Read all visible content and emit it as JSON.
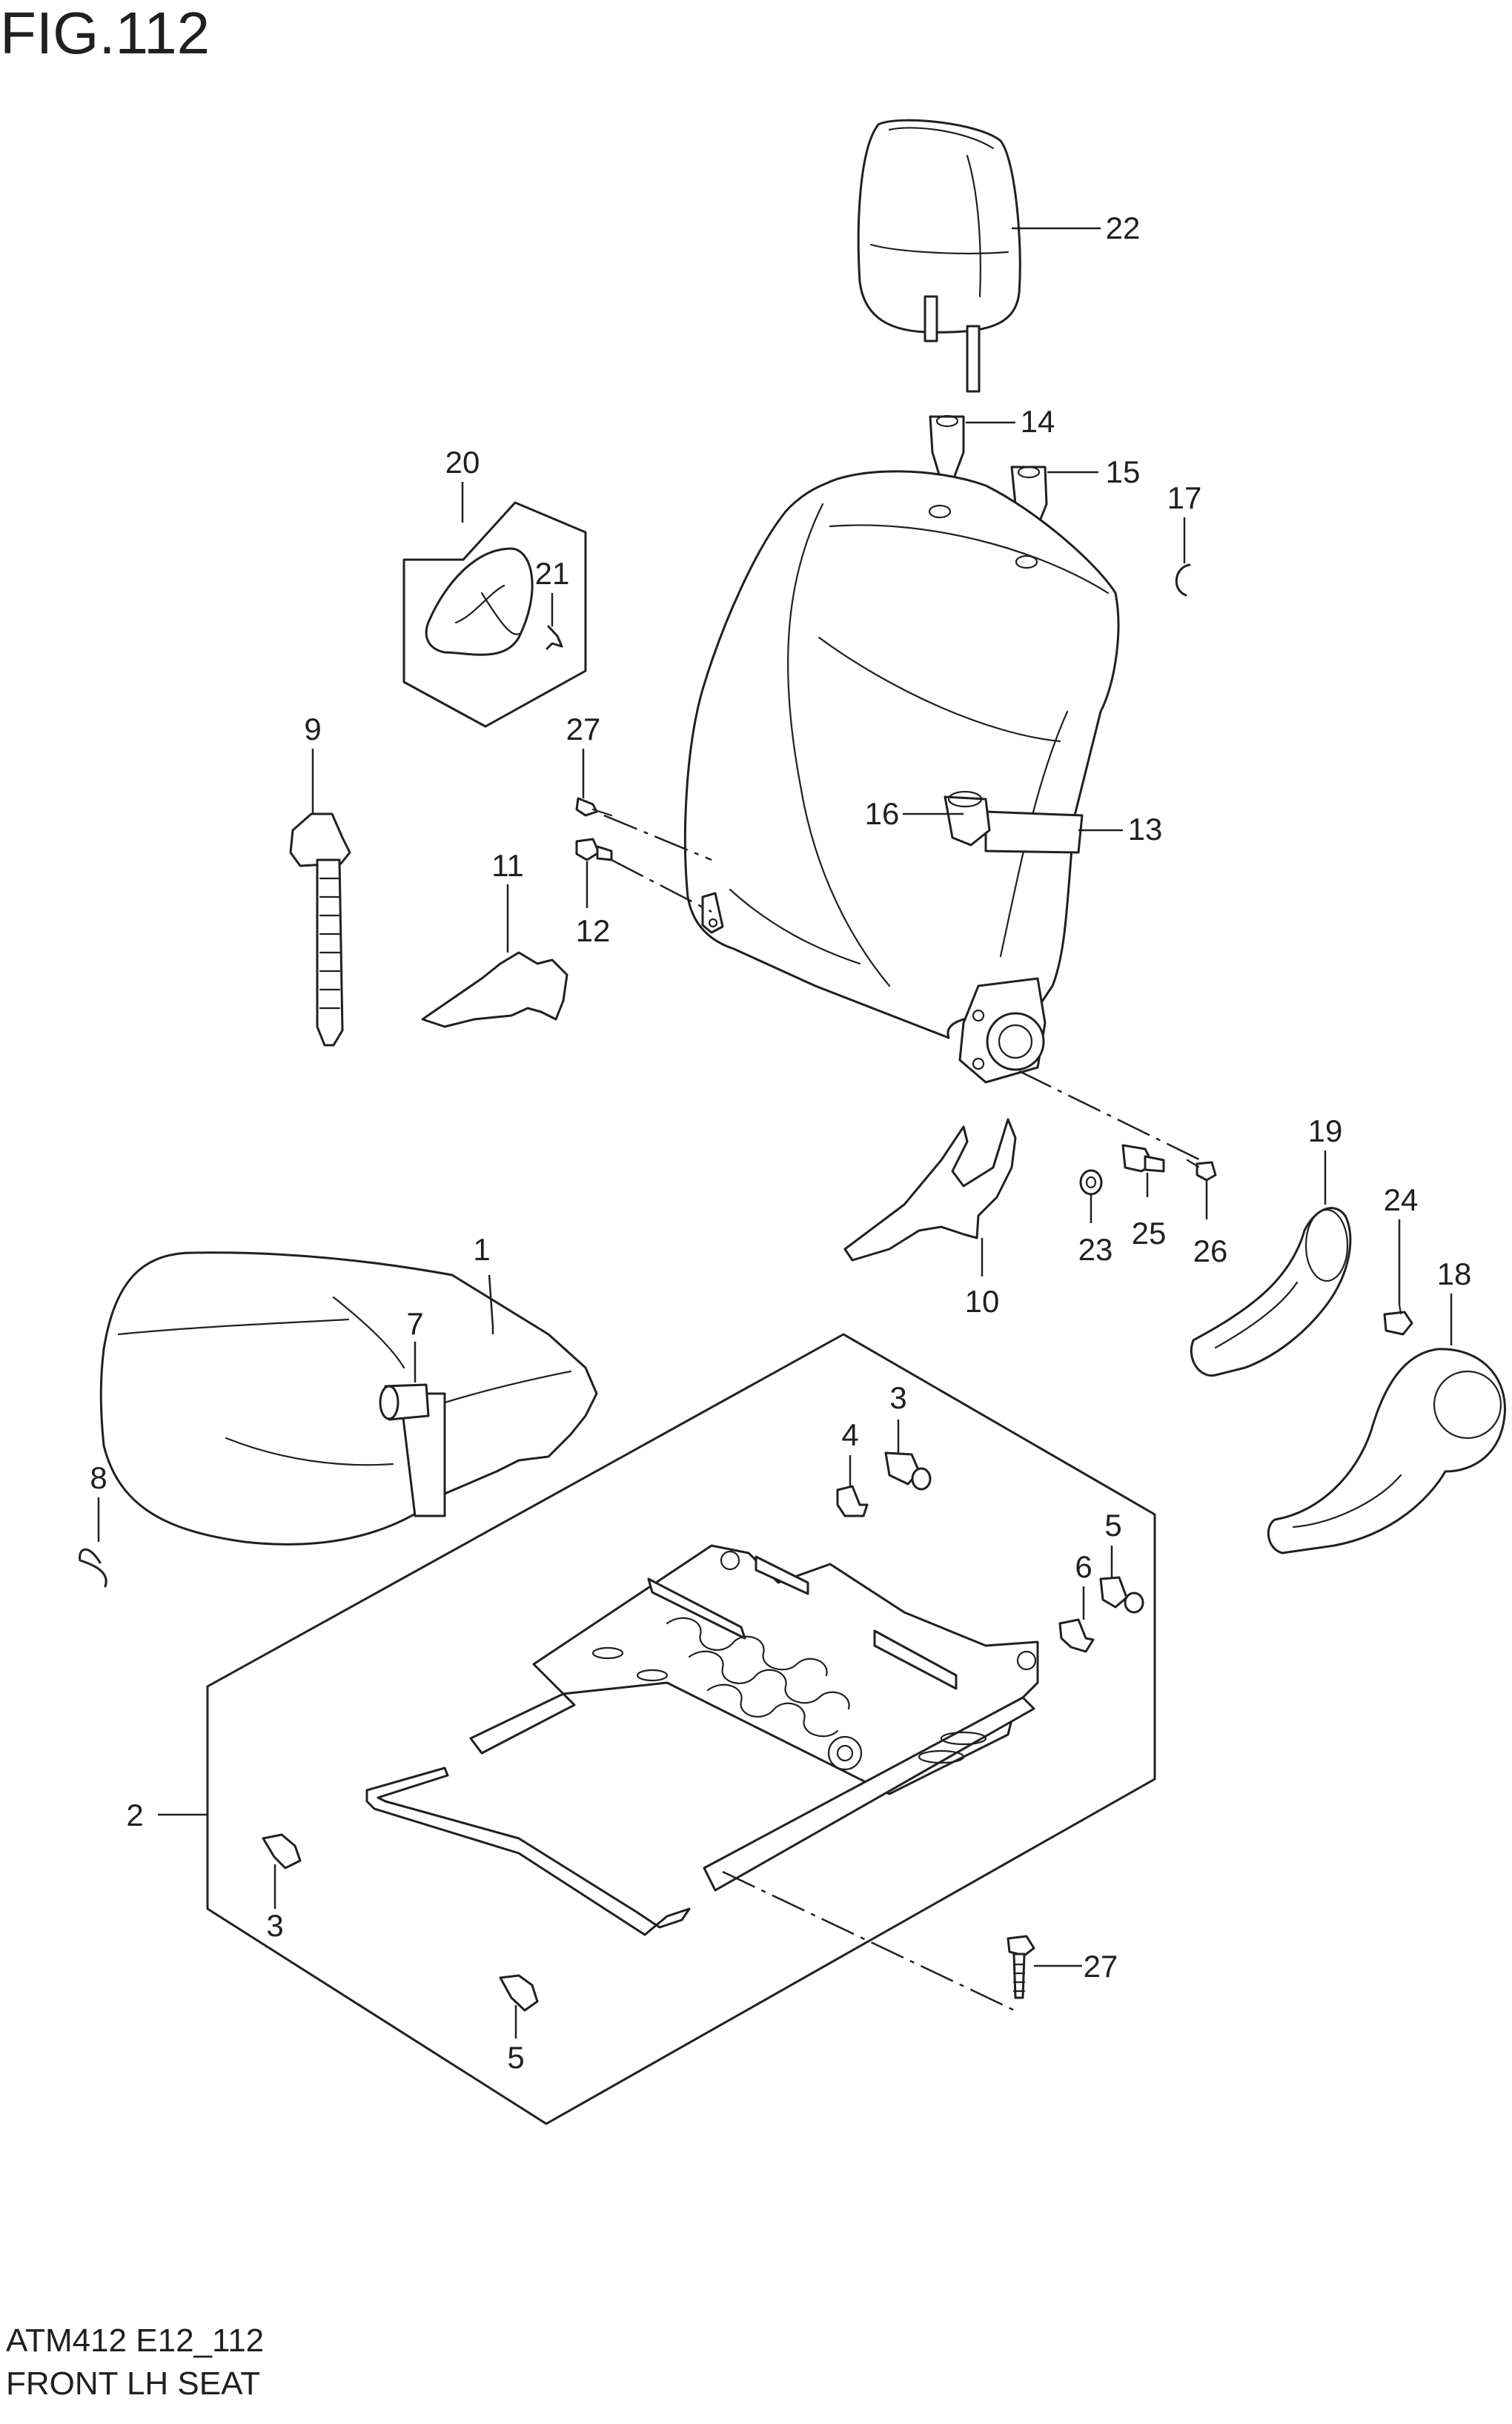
{
  "figure": {
    "title": "FIG.112",
    "code": "ATM412 E12_112",
    "caption": "FRONT LH SEAT"
  },
  "callouts": [
    "1",
    "2",
    "3",
    "3",
    "4",
    "5",
    "5",
    "6",
    "7",
    "8",
    "9",
    "10",
    "11",
    "12",
    "13",
    "14",
    "15",
    "16",
    "17",
    "18",
    "19",
    "20",
    "21",
    "22",
    "23",
    "24",
    "25",
    "26",
    "27",
    "27"
  ],
  "parts": [
    "seat-cushion",
    "seat-frame",
    "clip",
    "bracket",
    "clip",
    "clip",
    "bracket",
    "guide",
    "wire-retainer",
    "cable-tie",
    "cover",
    "cover",
    "bolt",
    "seatback",
    "guide",
    "guide",
    "guide",
    "wire-retainer",
    "recliner-knob-cover",
    "recliner-lever",
    "bracket",
    "cover",
    "clip",
    "headrest",
    "washer",
    "screw",
    "bolt",
    "screw",
    "screw",
    "screw"
  ]
}
